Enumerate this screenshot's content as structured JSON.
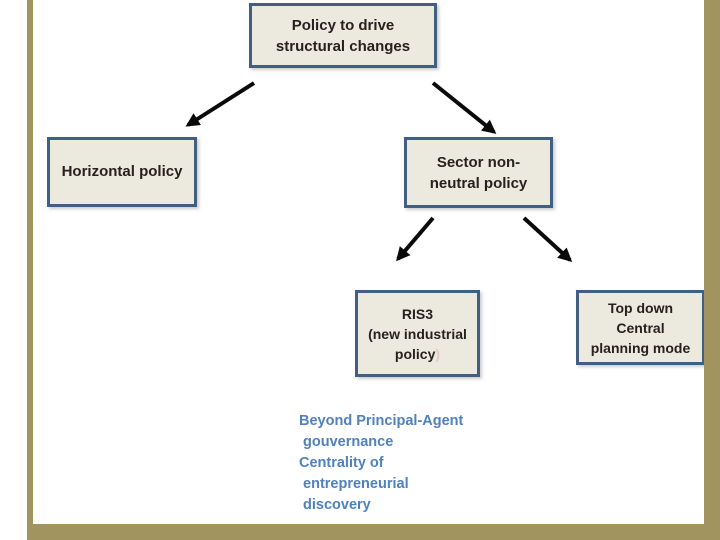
{
  "slide": {
    "background_color": "#ffffff",
    "frame_color": "#a2945f",
    "box_fill_color": "#ece9de",
    "box_border_color": "#415f80",
    "box_text_color": "#26211e",
    "note_text_color": "#4f81bd",
    "arrow_color": "#0a0a0a"
  },
  "boxes": {
    "policy": {
      "label": "Policy to drive\nstructural changes"
    },
    "horizontal": {
      "label": "Horizontal policy"
    },
    "sector": {
      "label": "Sector non-\nneutral policy"
    },
    "ris3": {
      "label": "RIS3\n(new industrial\npolicy",
      "paren": ")"
    },
    "topdown": {
      "label": "Top down\nCentral\nplanning mode"
    }
  },
  "note": {
    "text": "Beyond Principal-Agent\n gouvernance\nCentrality of\n entrepreneurial\n discovery"
  }
}
